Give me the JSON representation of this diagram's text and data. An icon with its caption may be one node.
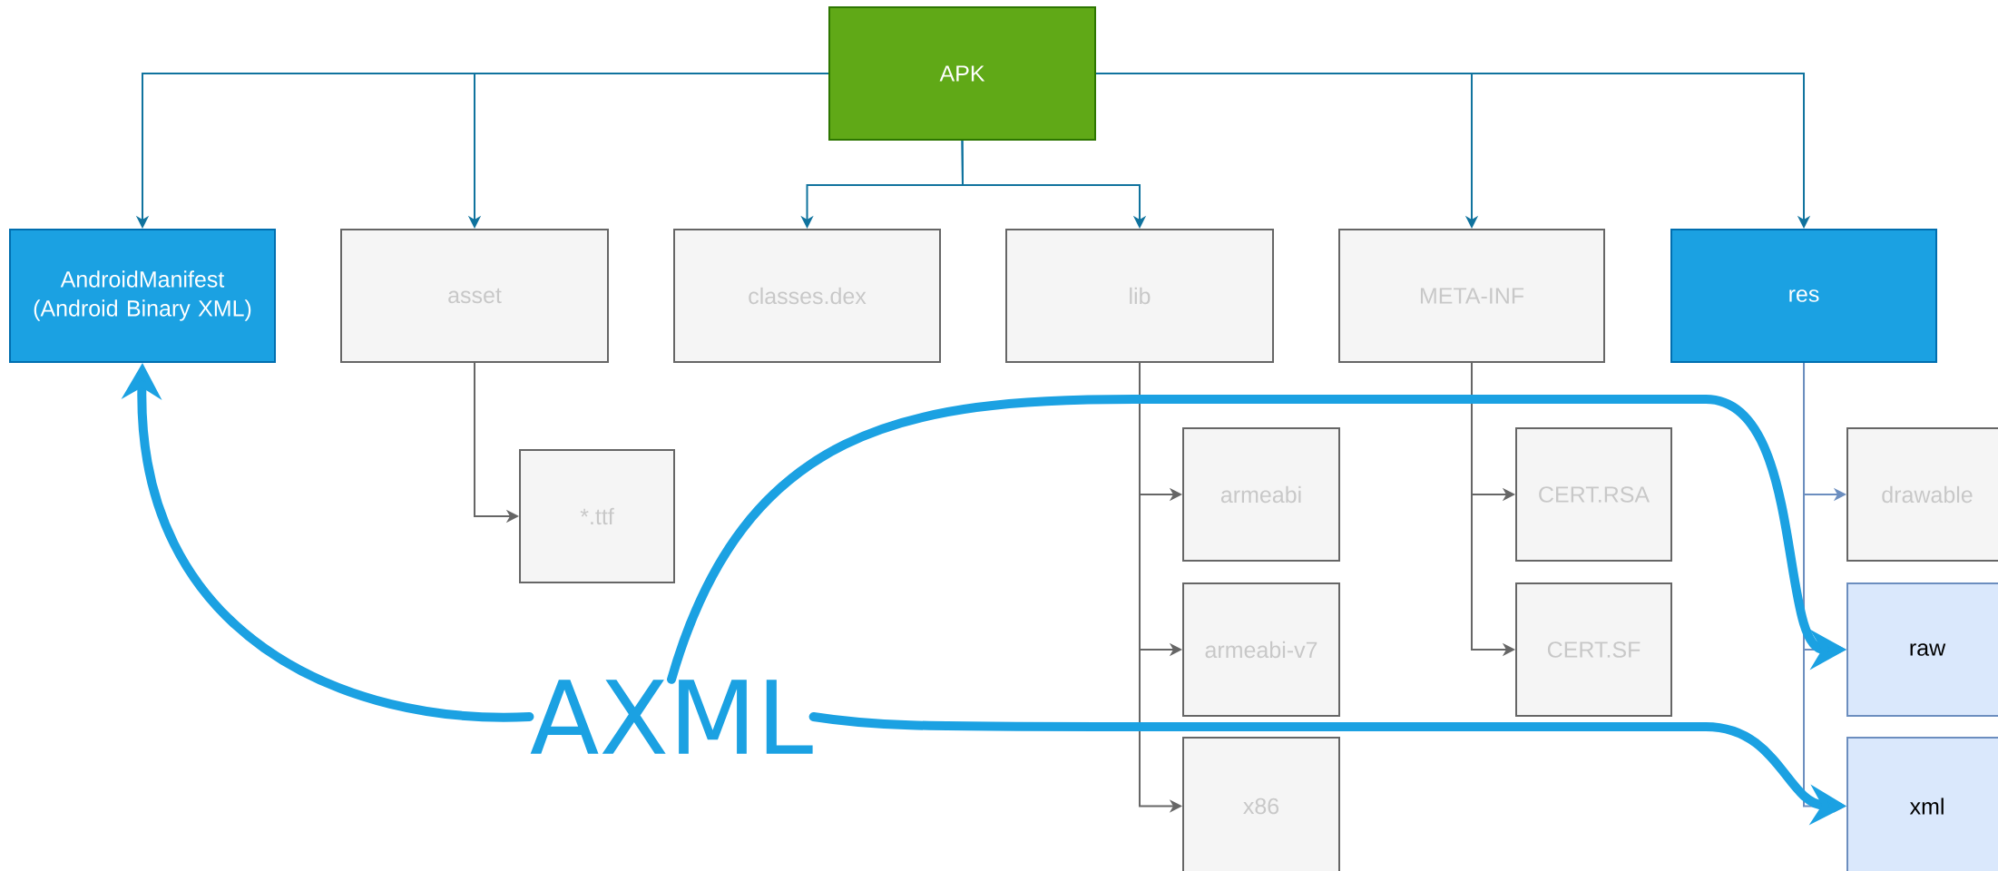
{
  "diagram": {
    "nodes": [
      {
        "text": [
          "APK"
        ]
      },
      {
        "text": [
          "AndroidManifest (Android Binary XML)"
        ]
      },
      {
        "text": [
          "asset"
        ]
      },
      {
        "text": [
          "classes.dex"
        ]
      },
      {
        "text": [
          "lib"
        ]
      },
      {
        "text": [
          "META-INF"
        ]
      },
      {
        "text": [
          "res"
        ]
      },
      {
        "text": [
          "*.ttf"
        ]
      },
      {
        "text": [
          "armeabi"
        ]
      },
      {
        "text": [
          "CERT.RSA"
        ]
      },
      {
        "text": [
          "drawable"
        ]
      },
      {
        "text": [
          "armeabi-v7"
        ]
      },
      {
        "text": [
          "CERT.SF"
        ]
      },
      {
        "text": [
          "raw"
        ]
      },
      {
        "text": [
          "x86"
        ]
      },
      {
        "text": [
          "xml"
        ]
      },
      {
        "text": [
          "AXML"
        ]
      }
    ],
    "edges": [
      {
        "from": 0,
        "to": 1,
        "arrow": "to",
        "color": "#10739e"
      },
      {
        "from": 0,
        "to": 2,
        "arrow": "to",
        "color": "#10739e"
      },
      {
        "from": 0,
        "to": 3,
        "arrow": "to",
        "color": "#10739e"
      },
      {
        "from": 0,
        "to": 4,
        "arrow": "to",
        "color": "#10739e"
      },
      {
        "from": 0,
        "to": 5,
        "arrow": "to",
        "color": "#10739e"
      },
      {
        "from": 0,
        "to": 6,
        "arrow": "to",
        "color": "#10739e"
      },
      {
        "from": 2,
        "to": 7,
        "arrow": "to"
      },
      {
        "from": 4,
        "to": 8,
        "arrow": "to"
      },
      {
        "from": 4,
        "to": 11,
        "arrow": "to"
      },
      {
        "from": 4,
        "to": 14,
        "arrow": "to"
      },
      {
        "from": 5,
        "to": 9,
        "arrow": "to"
      },
      {
        "from": 5,
        "to": 12,
        "arrow": "to"
      },
      {
        "from": 6,
        "to": 10,
        "arrow": "to",
        "color": "#6c8ebf"
      },
      {
        "from": 6,
        "to": 13,
        "arrow": "to",
        "color": "#6c8ebf"
      },
      {
        "from": 6,
        "to": 15,
        "arrow": "to",
        "color": "#6c8ebf"
      },
      {
        "from": 16,
        "to": 1,
        "arrow": "to",
        "style": "thick",
        "color": "#1ba1e2"
      },
      {
        "from": 16,
        "to": 13,
        "arrow": "to",
        "style": "thick",
        "color": "#1ba1e2"
      },
      {
        "from": 16,
        "to": 15,
        "arrow": "to",
        "style": "thick",
        "color": "#1ba1e2"
      }
    ]
  }
}
